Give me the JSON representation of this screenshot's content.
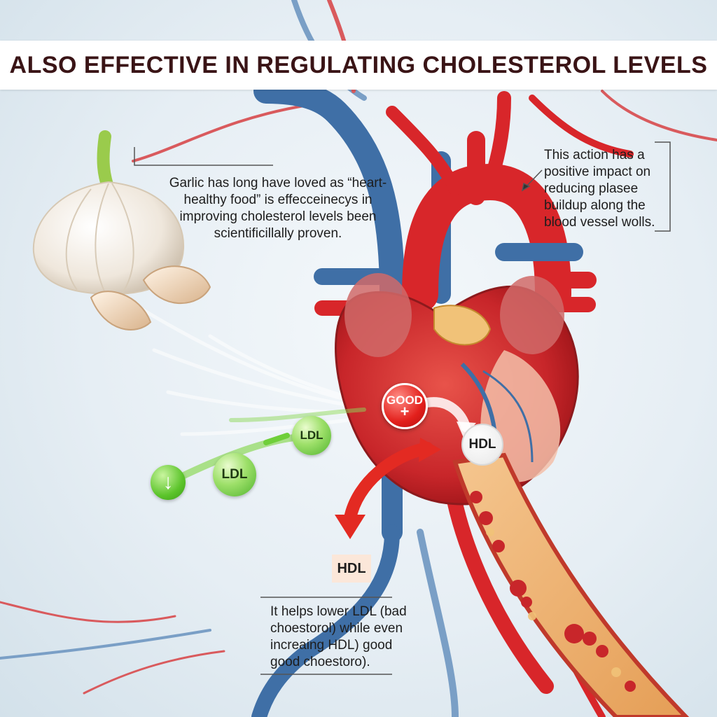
{
  "title": "ALSO EFFECTIVE IN REGULATING CHOLESTEROL LEVELS",
  "callouts": {
    "left": "Garlic has long have loved as “heart-healthy food” is effecceinecys in improving cholesterol levels been scientificillally proven.",
    "right": "This action has a positive impact on reducing plasee buildup along the blood vessel wolls.",
    "bottom": "It helps lower LDL (bad choestorol) while even increaing HDL) good good choestoro)."
  },
  "labels": {
    "ldl_1": "LDL",
    "ldl_2": "LDL",
    "down_arrow": "↓",
    "good": "GOOD",
    "good_plus": "+",
    "hdl_circle": "HDL",
    "hdl_label": "HDL"
  },
  "colors": {
    "artery_red": "#d8262a",
    "vein_blue": "#3f6fa6",
    "ldl_green": "#5cc42b",
    "good_red": "#e3201c",
    "title_text": "#3a1416"
  }
}
